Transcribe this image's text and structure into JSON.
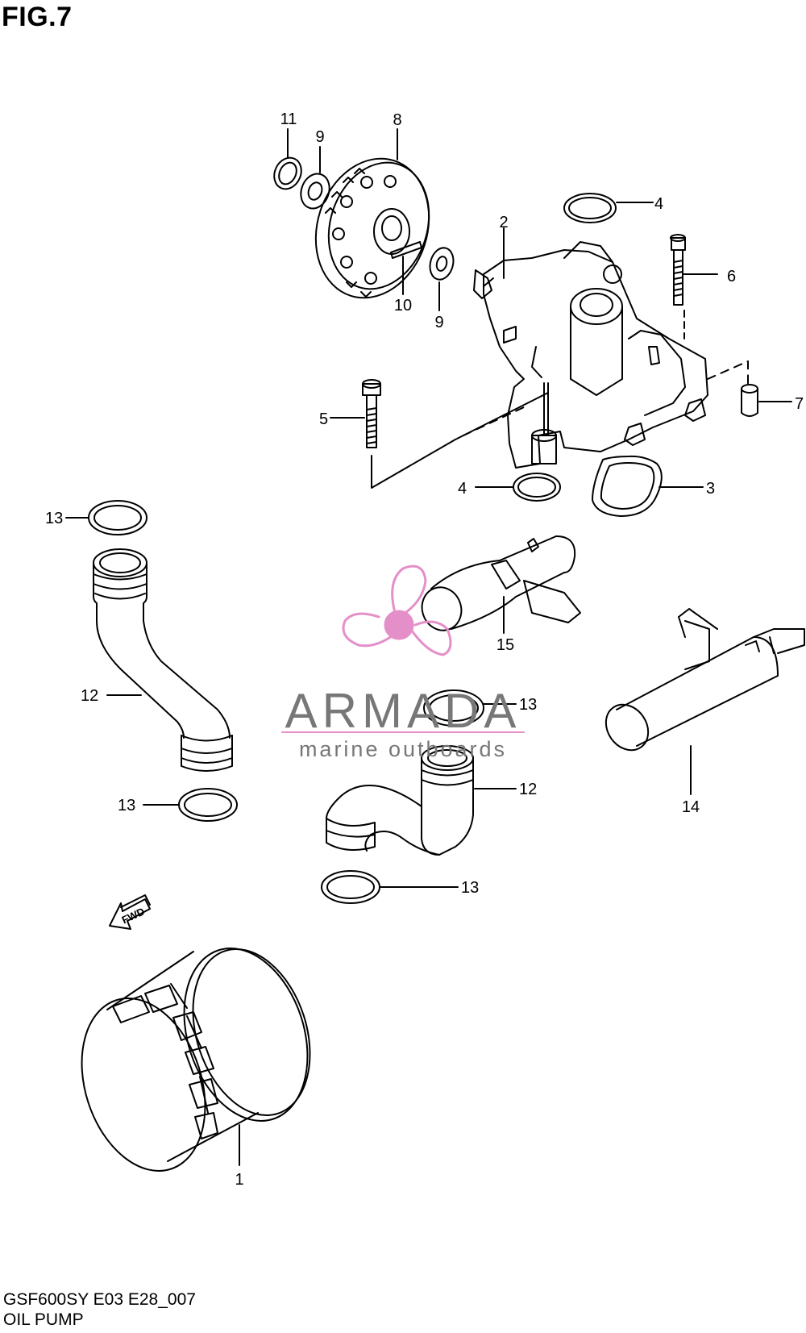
{
  "header": {
    "figure_label": "FIG.7"
  },
  "footer": {
    "model_code": "GSF600SY E03 E28_007",
    "section_title": "OIL PUMP"
  },
  "watermark": {
    "brand": "ARMADA",
    "tagline": "marine outboards",
    "logo_color": "#e48fc8",
    "text_color": "#777777"
  },
  "callouts": {
    "c1": "1",
    "c2": "2",
    "c3": "3",
    "c4a": "4",
    "c4b": "4",
    "c5": "5",
    "c6": "6",
    "c7": "7",
    "c8": "8",
    "c9a": "9",
    "c9b": "9",
    "c10": "10",
    "c11": "11",
    "c12a": "12",
    "c12b": "12",
    "c13a": "13",
    "c13b": "13",
    "c13c": "13",
    "c13d": "13",
    "c14": "14",
    "c15": "15"
  },
  "direction_badge": {
    "text": "FWD"
  }
}
